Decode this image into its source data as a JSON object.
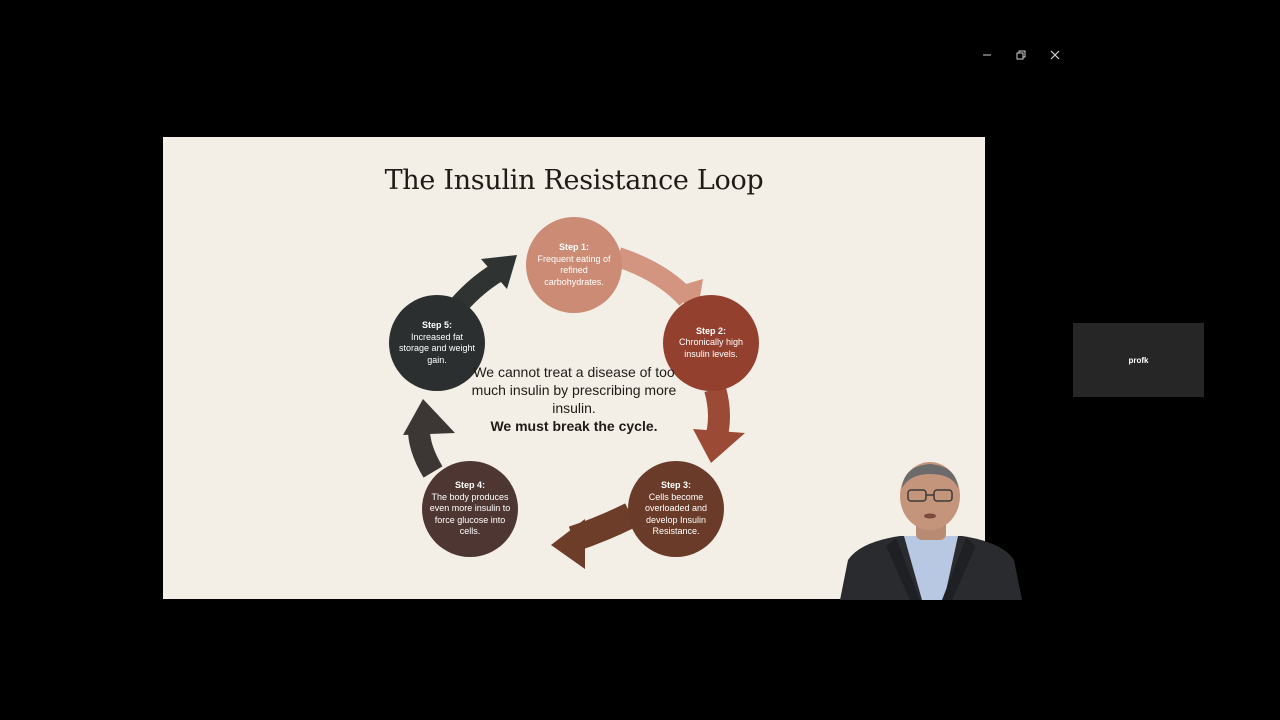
{
  "window": {
    "controls": [
      "minimize",
      "restore",
      "close"
    ]
  },
  "slide": {
    "title": "The Insulin Resistance Loop",
    "steps": [
      {
        "label": "Step 1:",
        "text": "Frequent eating of refined carbohydrates.",
        "color": "#cc8b74"
      },
      {
        "label": "Step 2:",
        "text": "Chronically high insulin levels.",
        "color": "#94402f"
      },
      {
        "label": "Step 3:",
        "text": "Cells become overloaded and develop Insulin Resistance.",
        "color": "#6a3b28"
      },
      {
        "label": "Step 4:",
        "text": "The body produces even more insulin to force glucose into cells.",
        "color": "#4e3632"
      },
      {
        "label": "Step 5:",
        "text": "Increased fat storage and weight gain.",
        "color": "#2b2f30"
      }
    ],
    "center_message": {
      "line": "We cannot treat a disease of too much insulin by prescribing more insulin.",
      "emphasis": "We must break the cycle."
    }
  },
  "participant_tile": {
    "name": "profk"
  },
  "icons": {
    "minimize": "minimize-icon",
    "restore": "restore-icon",
    "close": "close-icon",
    "presenter": "presenter-video"
  }
}
